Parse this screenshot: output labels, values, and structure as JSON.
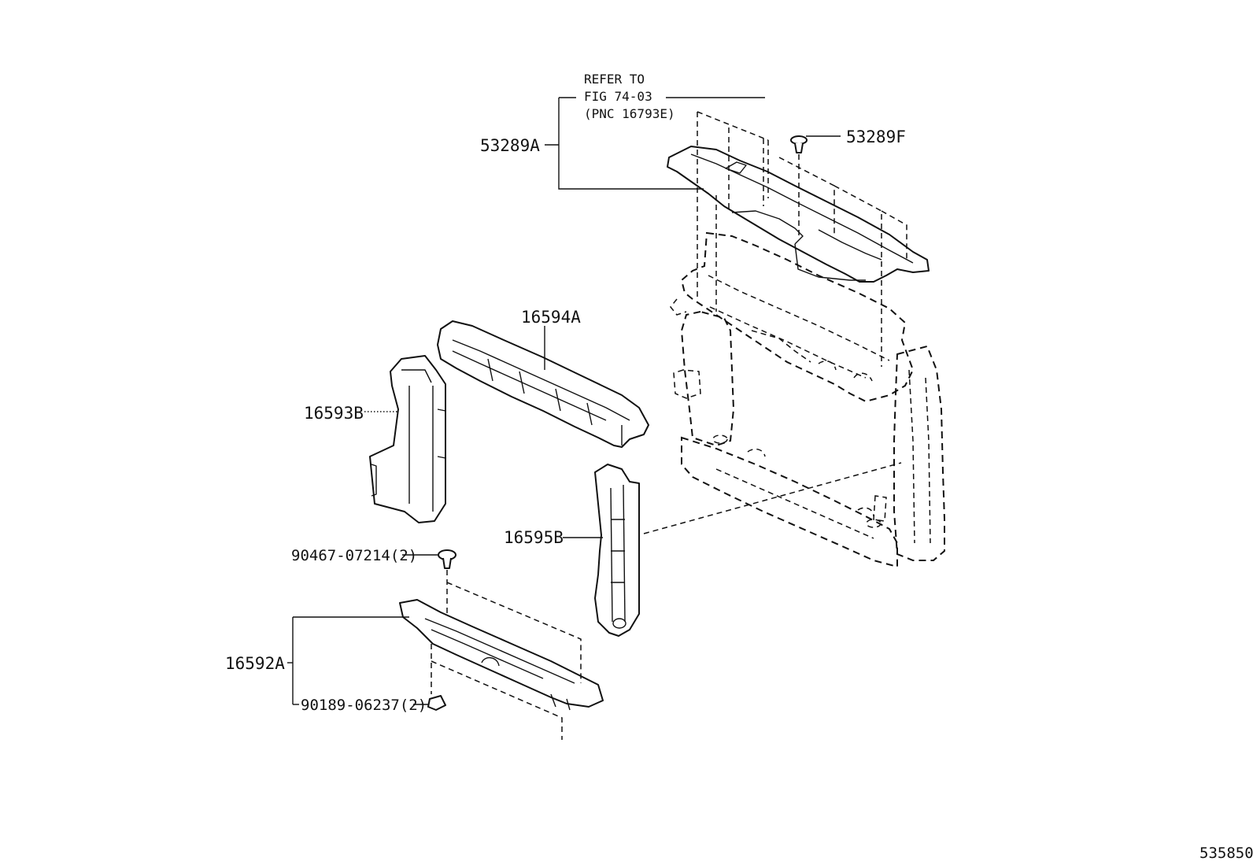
{
  "diagram_id": "535850",
  "callouts": {
    "refer_line1": "REFER TO",
    "refer_line2": "FIG 74-03",
    "refer_line3": "(PNC 16793E)",
    "p53289A": "53289A",
    "p53289F": "53289F",
    "p16594A": "16594A",
    "p16593B": "16593B",
    "p16595B": "16595B",
    "p90467": "90467-07214(2)",
    "p16592A": "16592A",
    "p90189": "90189-06237(2)"
  }
}
